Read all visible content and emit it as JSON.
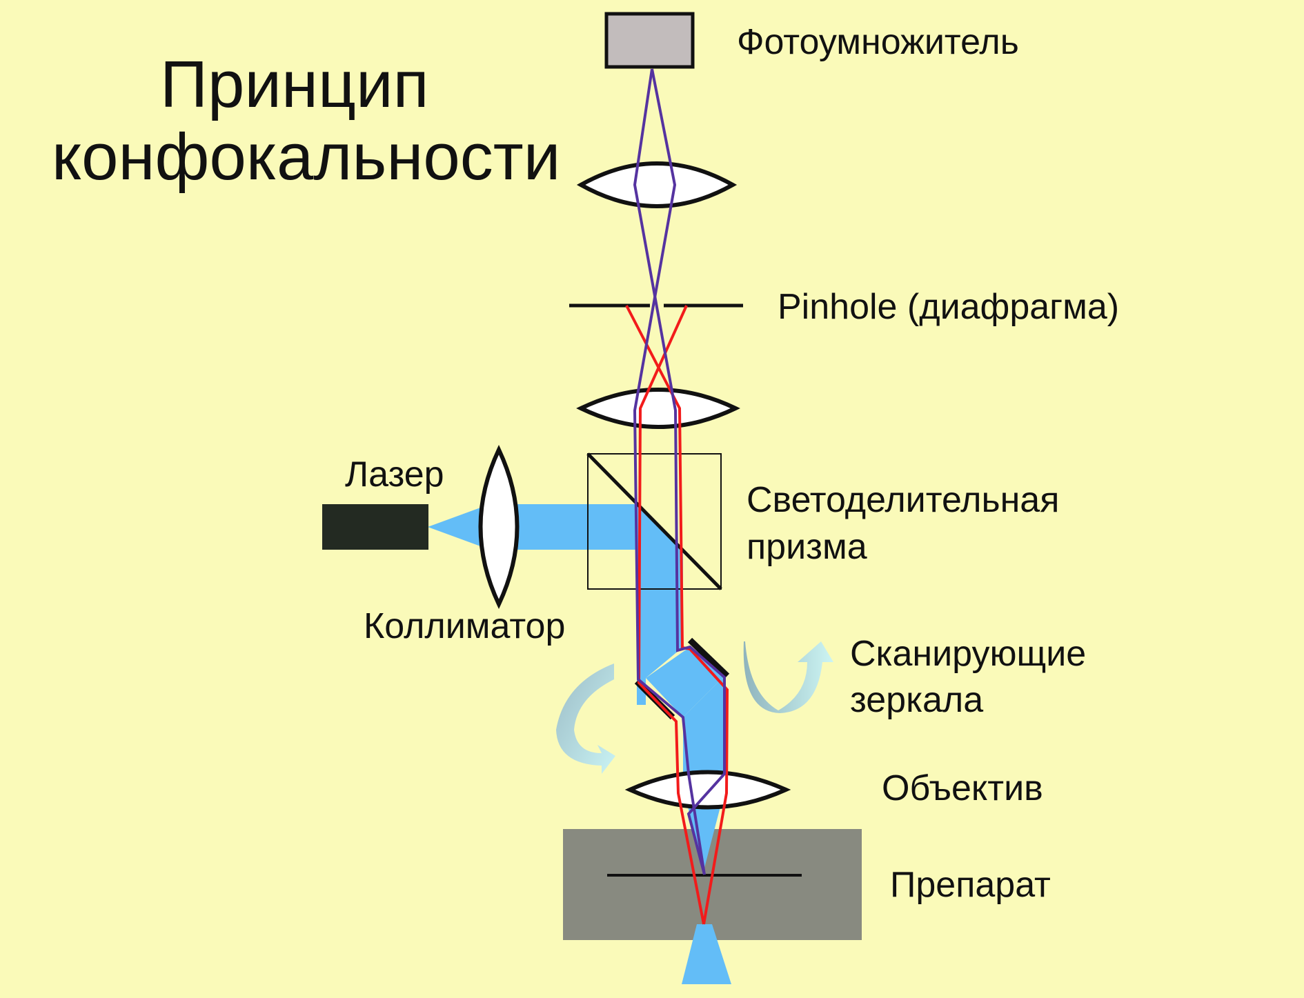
{
  "title": {
    "line1": "Принцип",
    "line2": "конфокальности"
  },
  "labels": {
    "photomultiplier": "Фотоумножитель",
    "pinhole": "Pinhole (диафрагма)",
    "laser": "Лазер",
    "collimator": "Коллиматор",
    "beamsplitter_line1": "Светоделительная",
    "beamsplitter_line2": "призма",
    "scanning_line1": "Сканирующие",
    "scanning_line2": "зеркала",
    "objective": "Объектив",
    "specimen": "Препарат"
  },
  "colors": {
    "background": "#fafab9",
    "laser_beam": "#63bdf7",
    "emission_ray": "#f21b1b",
    "detected_ray": "#5533a0",
    "laser_body": "#232a22",
    "photomultiplier_body": "#c2bcbc",
    "specimen_block": "#888a80",
    "rotation_arrow": "#a3d5dc"
  }
}
